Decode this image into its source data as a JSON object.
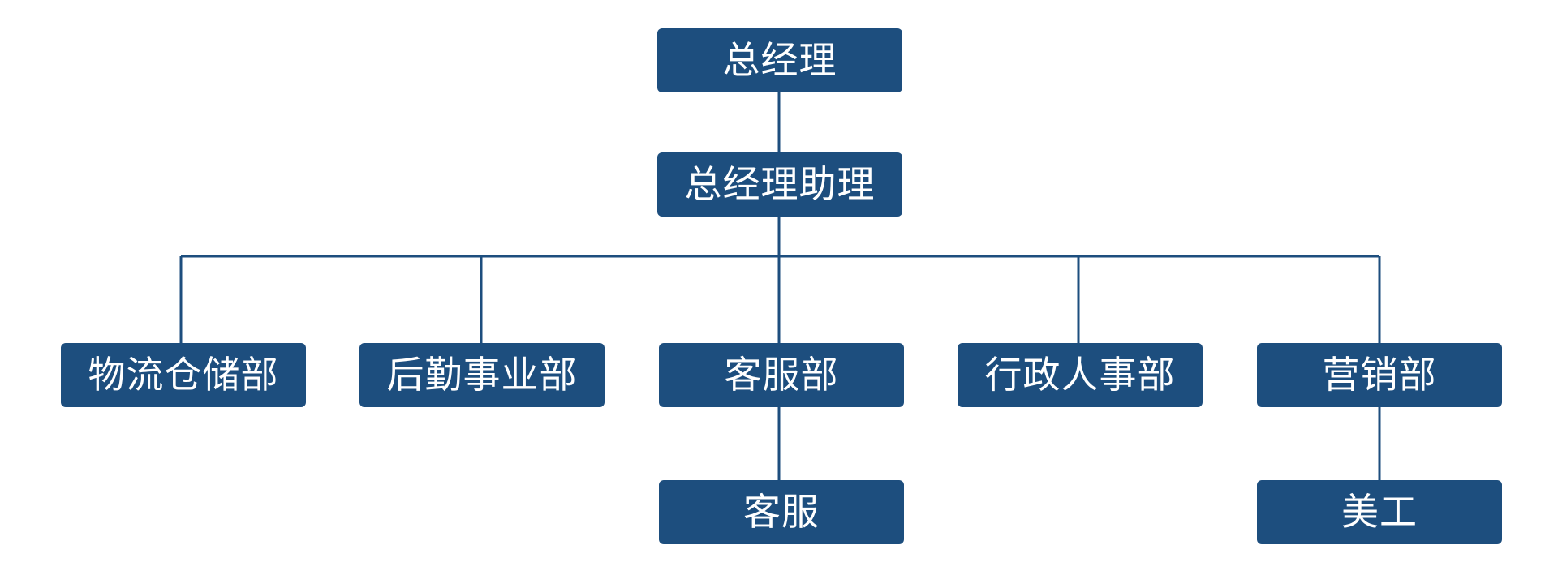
{
  "org_chart": {
    "top": "总经理",
    "assistant": "总经理助理",
    "departments": [
      {
        "name": "物流仓储部"
      },
      {
        "name": "后勤事业部"
      },
      {
        "name": "客服部",
        "child": "客服"
      },
      {
        "name": "行政人事部"
      },
      {
        "name": "营销部",
        "child": "美工"
      }
    ]
  },
  "colors": {
    "node_fill": "#1d4e7e",
    "node_text": "#ffffff",
    "connector": "#1d4e7e"
  }
}
